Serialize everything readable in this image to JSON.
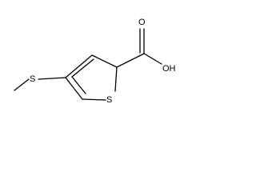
{
  "structure": {
    "atoms": {
      "ring_sulfur": "S",
      "methylthio_sulfur": "S",
      "carbonyl_oxygen": "O",
      "hydroxyl_group": "OH"
    }
  }
}
